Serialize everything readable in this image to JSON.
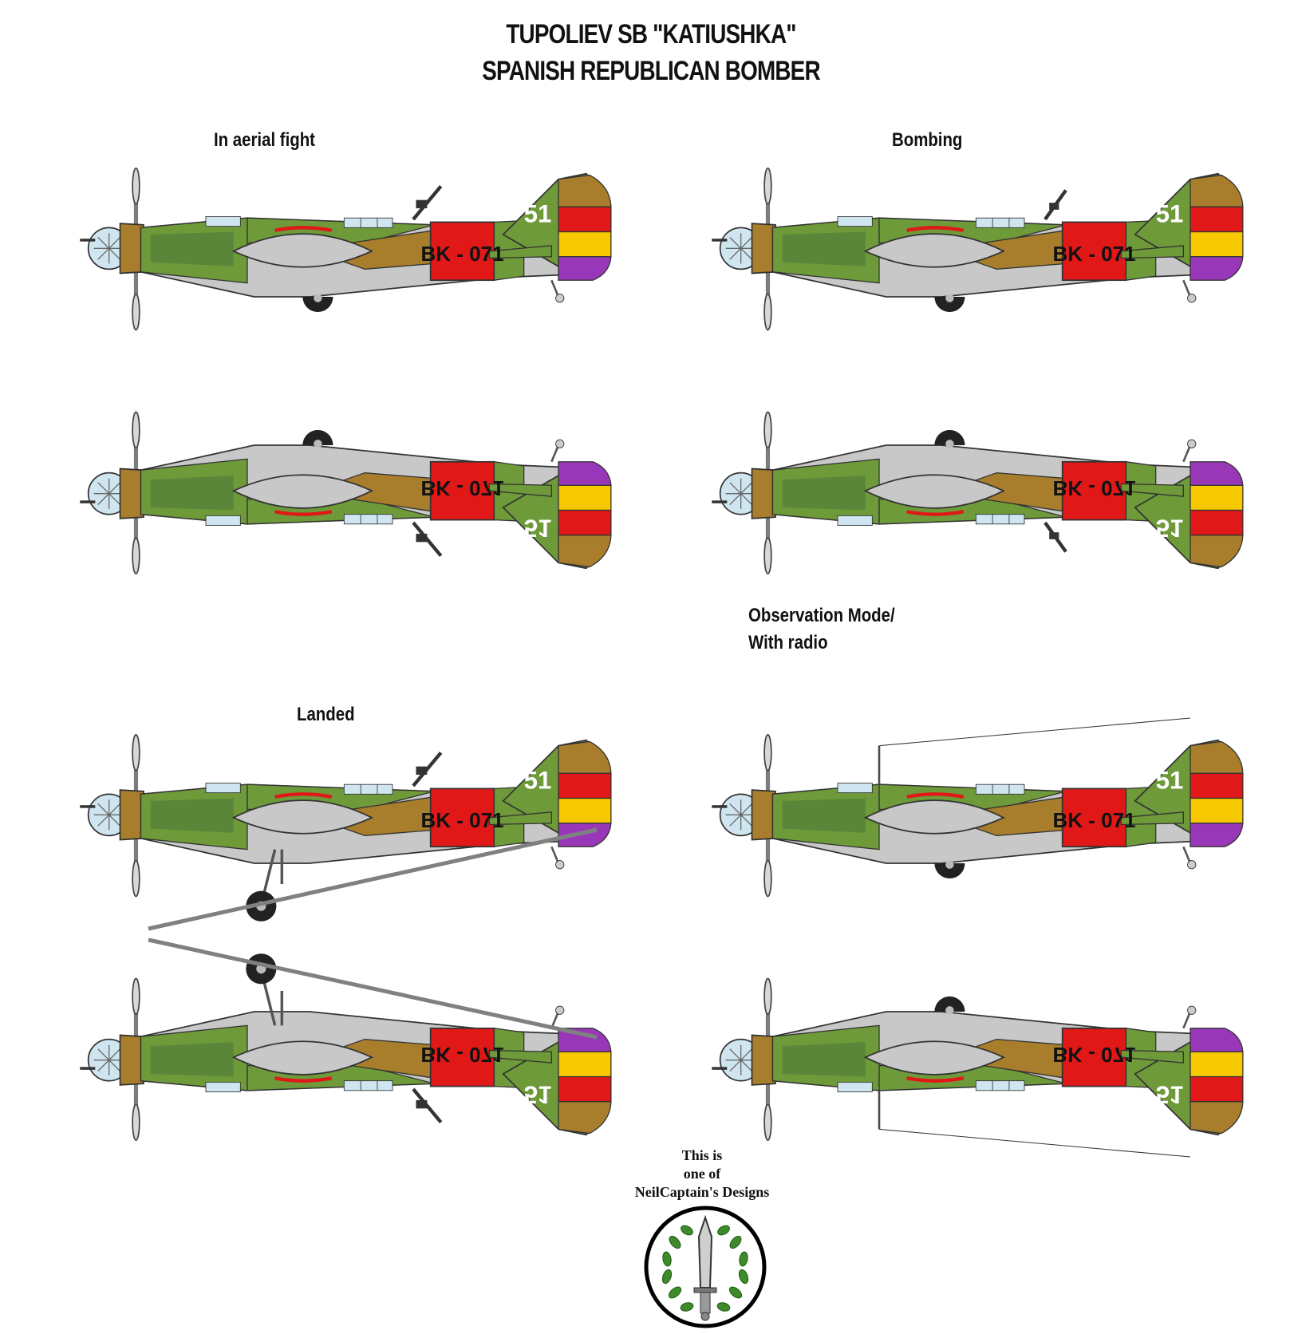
{
  "header": {
    "title_line1": "TUPOLIEV SB \"KATIUSHKA\"",
    "title_line2": "SPANISH REPUBLICAN BOMBER"
  },
  "sections": {
    "aerial_fight": "In aerial fight",
    "bombing": "Bombing",
    "observation_line1": "Observation Mode/",
    "observation_line2": "With radio",
    "landed": "Landed"
  },
  "markings": {
    "registration": "BK - 071",
    "tail_number": "51",
    "registration_mirrored": "BK - 071",
    "tail_number_mirrored": "51"
  },
  "credit": {
    "line1": "This is",
    "line2": "one of",
    "line3": "NeilCaptain's Designs"
  },
  "colors": {
    "olive_green": "#6e9a3a",
    "camo_green": "#58843a",
    "ochre": "#a87e2c",
    "light_grey": "#c8c8c8",
    "republic_red": "#e01818",
    "republic_yellow": "#f8c800",
    "republic_purple": "#9838b8",
    "nose_blue": "#cfe6f0"
  }
}
